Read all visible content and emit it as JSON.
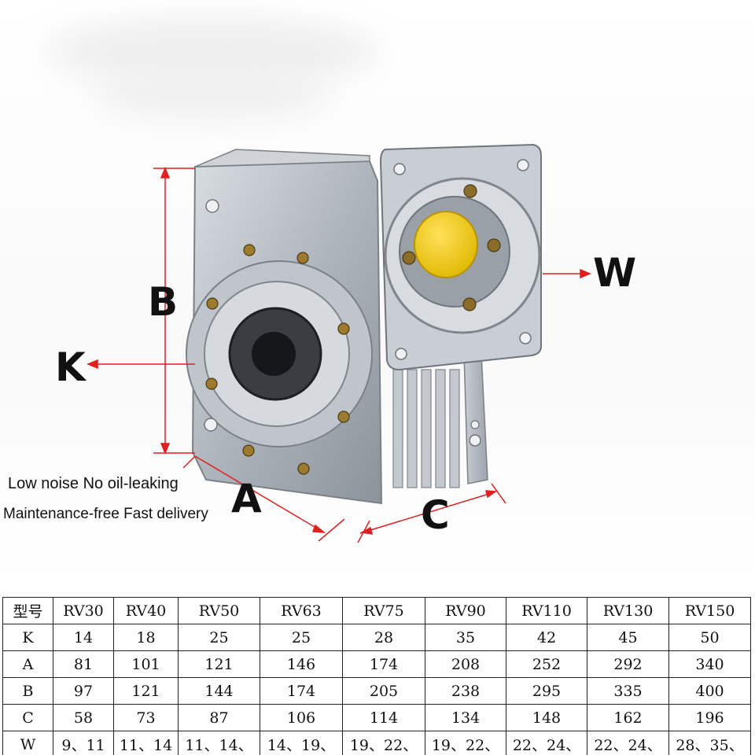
{
  "labels": {
    "B": "B",
    "K": "K",
    "W": "W",
    "A": "A",
    "C": "C"
  },
  "captions": {
    "line1": "Low noise No oil-leaking",
    "line2": "Maintenance-free Fast delivery"
  },
  "colors": {
    "dimension_line": "#e02020",
    "gearbox_body": "#b7bcc4",
    "cap": "#f2cc1c",
    "table_border": "#222222"
  },
  "table": {
    "header": [
      "型号",
      "RV30",
      "RV40",
      "RV50",
      "RV63",
      "RV75",
      "RV90",
      "RV110",
      "RV130",
      "RV150"
    ],
    "rows": [
      [
        "K",
        "14",
        "18",
        "25",
        "25",
        "28",
        "35",
        "42",
        "45",
        "50"
      ],
      [
        "A",
        "81",
        "101",
        "121",
        "146",
        "174",
        "208",
        "252",
        "292",
        "340"
      ],
      [
        "B",
        "97",
        "121",
        "144",
        "174",
        "205",
        "238",
        "295",
        "335",
        "400"
      ],
      [
        "C",
        "58",
        "73",
        "87",
        "106",
        "114",
        "134",
        "148",
        "162",
        "196"
      ],
      [
        "W",
        "9、11",
        "11、14",
        "11、14、",
        "14、19、",
        "19、22、",
        "19、22、",
        "22、24、",
        "22、24、",
        "28、35、"
      ]
    ]
  }
}
